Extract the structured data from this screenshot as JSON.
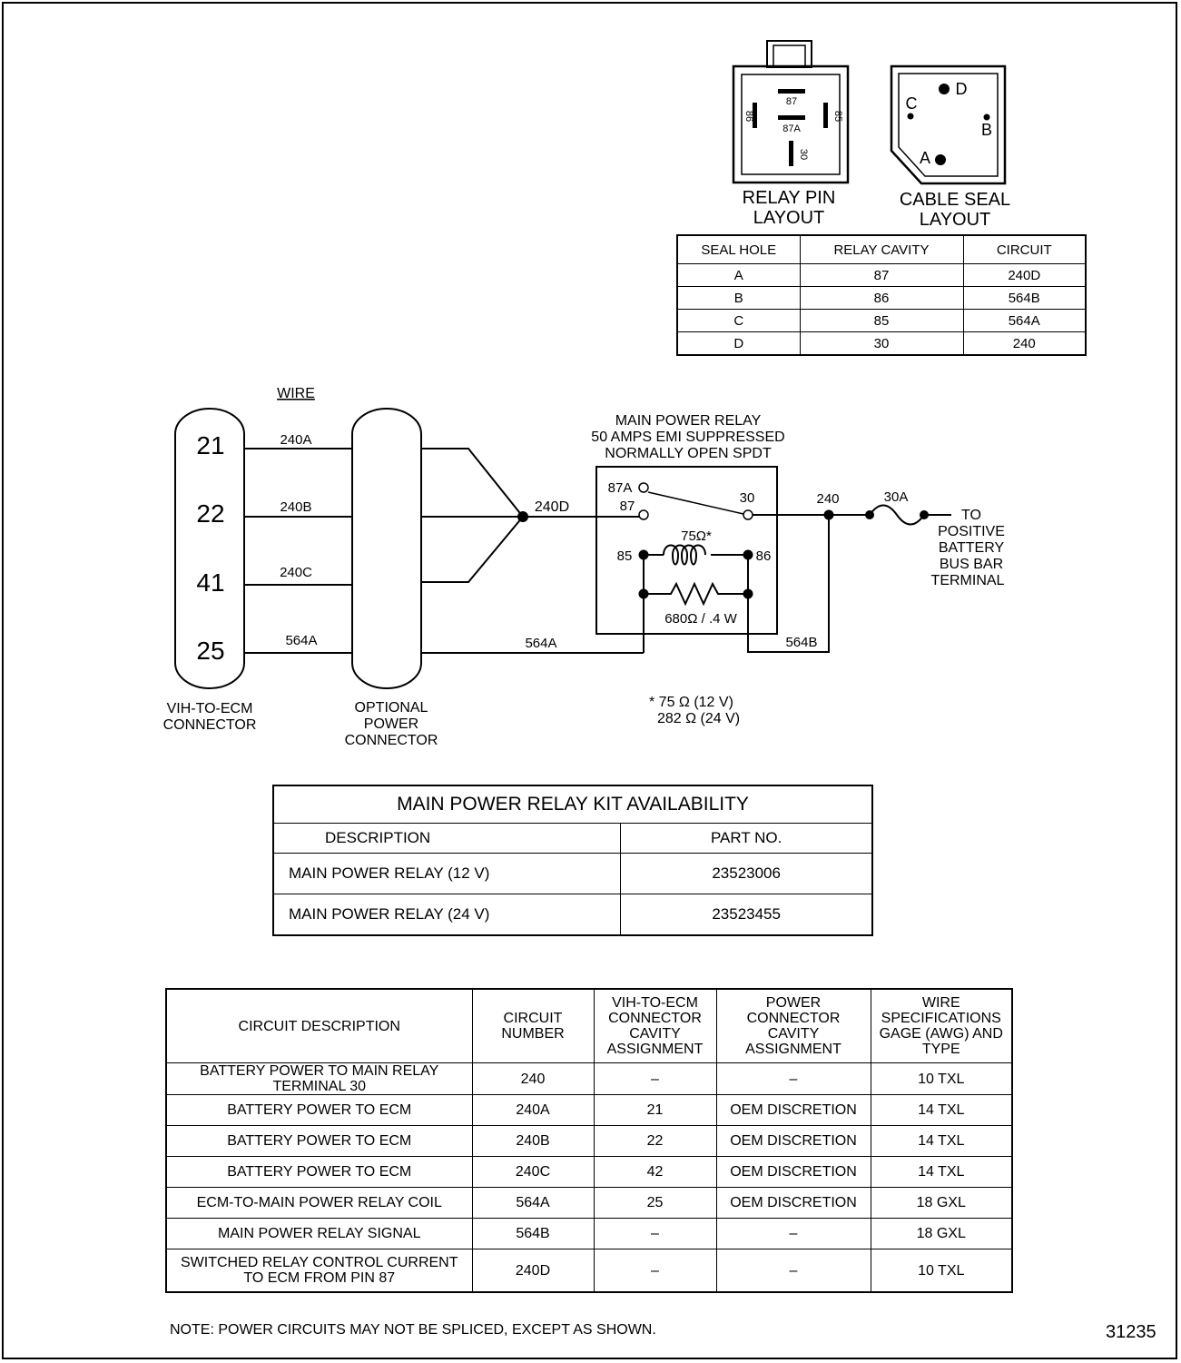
{
  "relay_pin_layout": {
    "title_line1": "RELAY PIN",
    "title_line2": "LAYOUT",
    "pins": [
      "87",
      "87A",
      "86",
      "85",
      "30"
    ]
  },
  "cable_seal_layout": {
    "title_line1": "CABLE SEAL",
    "title_line2": "LAYOUT",
    "holes": [
      "A",
      "B",
      "C",
      "D"
    ]
  },
  "seal_table": {
    "headers": [
      "SEAL HOLE",
      "RELAY CAVITY",
      "CIRCUIT"
    ],
    "rows": [
      [
        "A",
        "87",
        "240D"
      ],
      [
        "B",
        "86",
        "564B"
      ],
      [
        "C",
        "85",
        "564A"
      ],
      [
        "D",
        "30",
        "240"
      ]
    ]
  },
  "schematic": {
    "wire_header": "WIRE",
    "ecm_pins": [
      "21",
      "22",
      "41",
      "25"
    ],
    "wires": [
      "240A",
      "240B",
      "240C",
      "564A"
    ],
    "wire_564a_right": "564A",
    "ecm_connector_label": [
      "VIH-TO-ECM",
      "CONNECTOR"
    ],
    "power_connector_label": [
      "OPTIONAL",
      "POWER",
      "CONNECTOR"
    ],
    "relay_title": [
      "MAIN POWER RELAY",
      "50 AMPS EMI SUPPRESSED",
      "NORMALLY OPEN SPDT"
    ],
    "splice_label": "240D",
    "terminal_87a": "87A",
    "terminal_87": "87",
    "terminal_30": "30",
    "terminal_85": "85",
    "terminal_86": "86",
    "coil_label": "75Ω*",
    "resistor_label": "680Ω / .4 W",
    "wire_240": "240",
    "wire_564b": "564B",
    "fuse_label": "30A",
    "battery_label": [
      "TO",
      "POSITIVE",
      "BATTERY",
      "BUS BAR",
      "TERMINAL"
    ],
    "footnote": [
      "* 75 Ω (12 V)",
      "282 Ω (24 V)"
    ]
  },
  "kit_table": {
    "title": "MAIN POWER RELAY KIT AVAILABILITY",
    "headers": [
      "DESCRIPTION",
      "PART NO."
    ],
    "rows": [
      [
        "MAIN POWER RELAY (12 V)",
        "23523006"
      ],
      [
        "MAIN POWER RELAY (24 V)",
        "23523455"
      ]
    ]
  },
  "circuit_table": {
    "headers": [
      "CIRCUIT DESCRIPTION",
      "CIRCUIT NUMBER",
      "VIH-TO-ECM CONNECTOR CAVITY ASSIGNMENT",
      "POWER CONNECTOR CAVITY ASSIGNMENT",
      "WIRE SPECIFICATIONS GAGE (AWG) AND TYPE"
    ],
    "rows": [
      [
        "BATTERY POWER TO MAIN RELAY TERMINAL 30",
        "240",
        "–",
        "–",
        "10 TXL"
      ],
      [
        "BATTERY POWER TO ECM",
        "240A",
        "21",
        "OEM DISCRETION",
        "14 TXL"
      ],
      [
        "BATTERY POWER TO ECM",
        "240B",
        "22",
        "OEM DISCRETION",
        "14 TXL"
      ],
      [
        "BATTERY POWER TO ECM",
        "240C",
        "42",
        "OEM DISCRETION",
        "14 TXL"
      ],
      [
        "ECM-TO-MAIN POWER RELAY COIL",
        "564A",
        "25",
        "OEM DISCRETION",
        "18 GXL"
      ],
      [
        "MAIN POWER RELAY SIGNAL",
        "564B",
        "–",
        "–",
        "18 GXL"
      ],
      [
        "SWITCHED RELAY CONTROL CURRENT TO ECM FROM PIN 87",
        "240D",
        "–",
        "–",
        "10 TXL"
      ]
    ]
  },
  "note": "NOTE: POWER CIRCUITS MAY NOT BE SPLICED, EXCEPT AS SHOWN.",
  "figure_number": "31235"
}
